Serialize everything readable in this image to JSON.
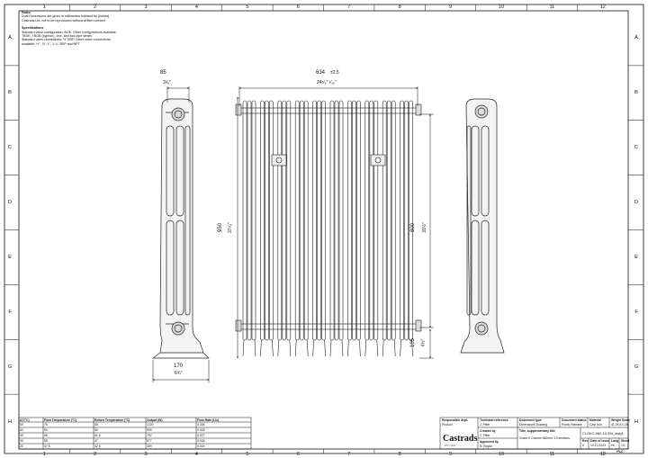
{
  "columns": [
    "1",
    "2",
    "3",
    "4",
    "5",
    "6",
    "7",
    "8",
    "9",
    "10",
    "11",
    "12"
  ],
  "rows": [
    "A",
    "B",
    "C",
    "D",
    "E",
    "F",
    "G",
    "H"
  ],
  "notes": {
    "heading": "Notes",
    "line1": "Dual Dimensions are given in millimetres followed by [inches]",
    "line2": "Castrads Ltd. not to be reproduced without written consent",
    "spec_heading": "Specifications",
    "spec1": "Standard valve configuration: BOE. Other configurations available:",
    "spec2": "TBOE, TBOB (syphon), one- and two-pipe steam.",
    "spec3": "Standard valve connections: ½\" BSP. Other valve connections",
    "spec4": "available: ½\", ¾\", 1\", 1-¼\" BSP and NPT"
  },
  "dimensions": {
    "side_width": "85",
    "side_width_in": "3³⁄₈\"",
    "front_width": "634",
    "front_tol": "±2.5",
    "front_width_in": "24⁵⁄₈\"  ¹⁄₁₆\"",
    "height": "950",
    "height_in": "37⁷⁄₈\"",
    "centres": "800",
    "centres_in": "31½\"",
    "floor": "105",
    "floor_in": "4½\"",
    "foot": "170",
    "foot_in": "6¾\""
  },
  "table": {
    "headers": [
      "ΔT(°C)",
      "Flow Temperature (°C)",
      "Return Temperature (°C)",
      "Output (W)",
      "Flow Rate (L/s)"
    ],
    "rows": [
      [
        "50",
        "75",
        "65",
        "1220",
        "0.026"
      ],
      [
        "60",
        "90",
        "80",
        "999",
        "0.028"
      ],
      [
        "40",
        "65",
        "61.5",
        "792",
        "0.027"
      ],
      [
        "30",
        "55",
        "47",
        "577",
        "0.026"
      ],
      [
        "20",
        "47.5",
        "42.5",
        "309",
        "0.024"
      ]
    ]
  },
  "titleblock": {
    "responsible_label": "Responsible dept.",
    "responsible_value": "Product",
    "technical_label": "Technical reference",
    "technical_value": "J. Pitter",
    "created_label": "Created by",
    "created_value": "J. Pitter",
    "approved_label": "Approved by",
    "approved_value": "N. Boydo",
    "doctype_label": "Document type",
    "doctype_value": "Dimensions Drawing",
    "status_label": "Document status",
    "status_value": "Public Release",
    "material_label": "Material",
    "material_value": "Cast Iron",
    "weight_label": "Weight",
    "weight_value": "41.2KG",
    "title_label": "Title, supplementary title",
    "title_value": "Grace II Column 960mm, 10 sections,",
    "id_value": "Cl-GIIC-960-10-EN_dwg1",
    "rev_label": "Rev.",
    "rev_value": "A",
    "date_label": "Date of issue",
    "date_value": "10.12.2023",
    "lang_label": "Lang.",
    "lang_value": "en",
    "sheet_label": "Sheet",
    "sheet_value": "1/1",
    "scale_label": "Scale",
    "scale_value": "1:25",
    "size_value": "A2",
    "logo": "Castrads",
    "logo_tag": "EST. 2008"
  }
}
